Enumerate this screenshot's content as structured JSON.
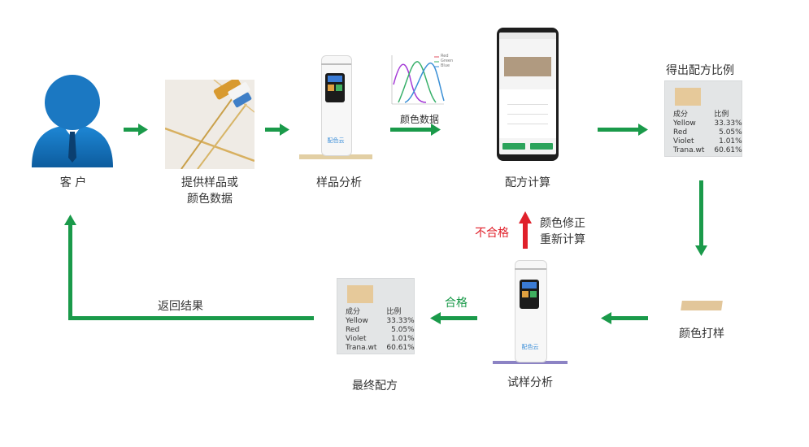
{
  "colors": {
    "arrow_green": "#1a9a4a",
    "arrow_red": "#e0202a",
    "swatch": "#e6c99a",
    "card_bg": "#e3e5e6",
    "user_blue": "#1b78c2"
  },
  "nodes": {
    "customer": "客 户",
    "provide_sample": [
      "提供样品或",
      "颜色数据"
    ],
    "sample_analysis": "样品分析",
    "color_data": "颜色数据",
    "formula_calc": "配方计算",
    "get_ratio": "得出配方比例",
    "color_proofing": "颜色打样",
    "trial_analysis": "试样分析",
    "final_formula": "最终配方",
    "return_result": "返回结果",
    "pass": "合格",
    "fail": "不合格",
    "color_correct": [
      "颜色修正",
      "重新计算"
    ]
  },
  "device": {
    "brand": "配色云"
  },
  "chart": {
    "legend": [
      "Red",
      "Green",
      "Blue"
    ]
  },
  "formula_card": {
    "header": [
      "成分",
      "比例"
    ],
    "rows": [
      [
        "Yellow",
        "33.33%"
      ],
      [
        "Red",
        "5.05%"
      ],
      [
        "Violet",
        "1.01%"
      ],
      [
        "Trana.wt",
        "60.61%"
      ]
    ]
  },
  "icons": [
    "user-icon",
    "sample-photo",
    "colorimeter-device",
    "spectrum-chart",
    "smartphone-app",
    "color-chip"
  ]
}
